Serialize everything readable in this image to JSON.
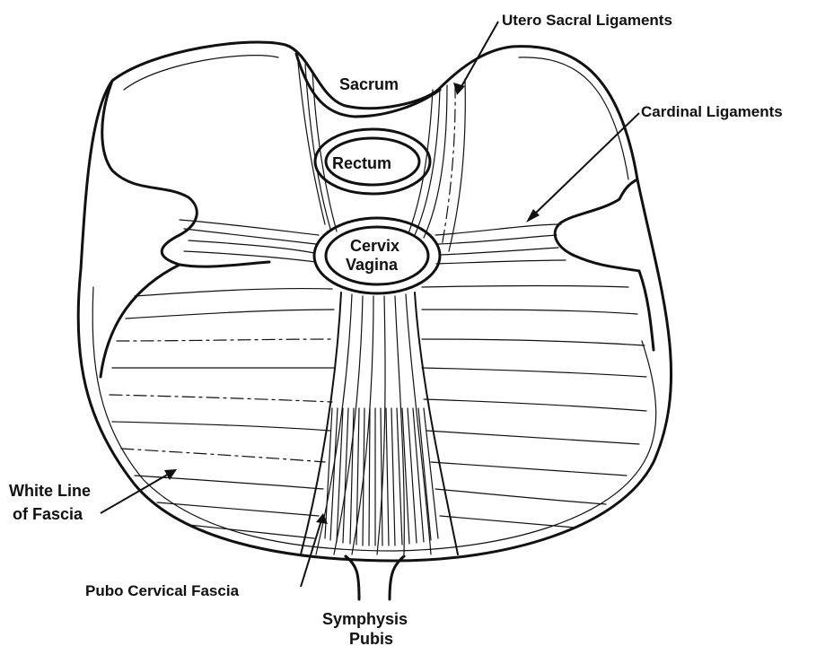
{
  "labels": {
    "utero_sacral": "Utero Sacral Ligaments",
    "sacrum": "Sacrum",
    "cardinal": "Cardinal Ligaments",
    "rectum": "Rectum",
    "cervix": "Cervix",
    "vagina": "Vagina",
    "white_line_1": "White Line",
    "white_line_2": "of Fascia",
    "pubo_cervical": "Pubo Cervical Fascia",
    "symphysis": "Symphysis",
    "pubis": "Pubis"
  },
  "colors": {
    "ink": "#111111",
    "paper": "#ffffff"
  }
}
